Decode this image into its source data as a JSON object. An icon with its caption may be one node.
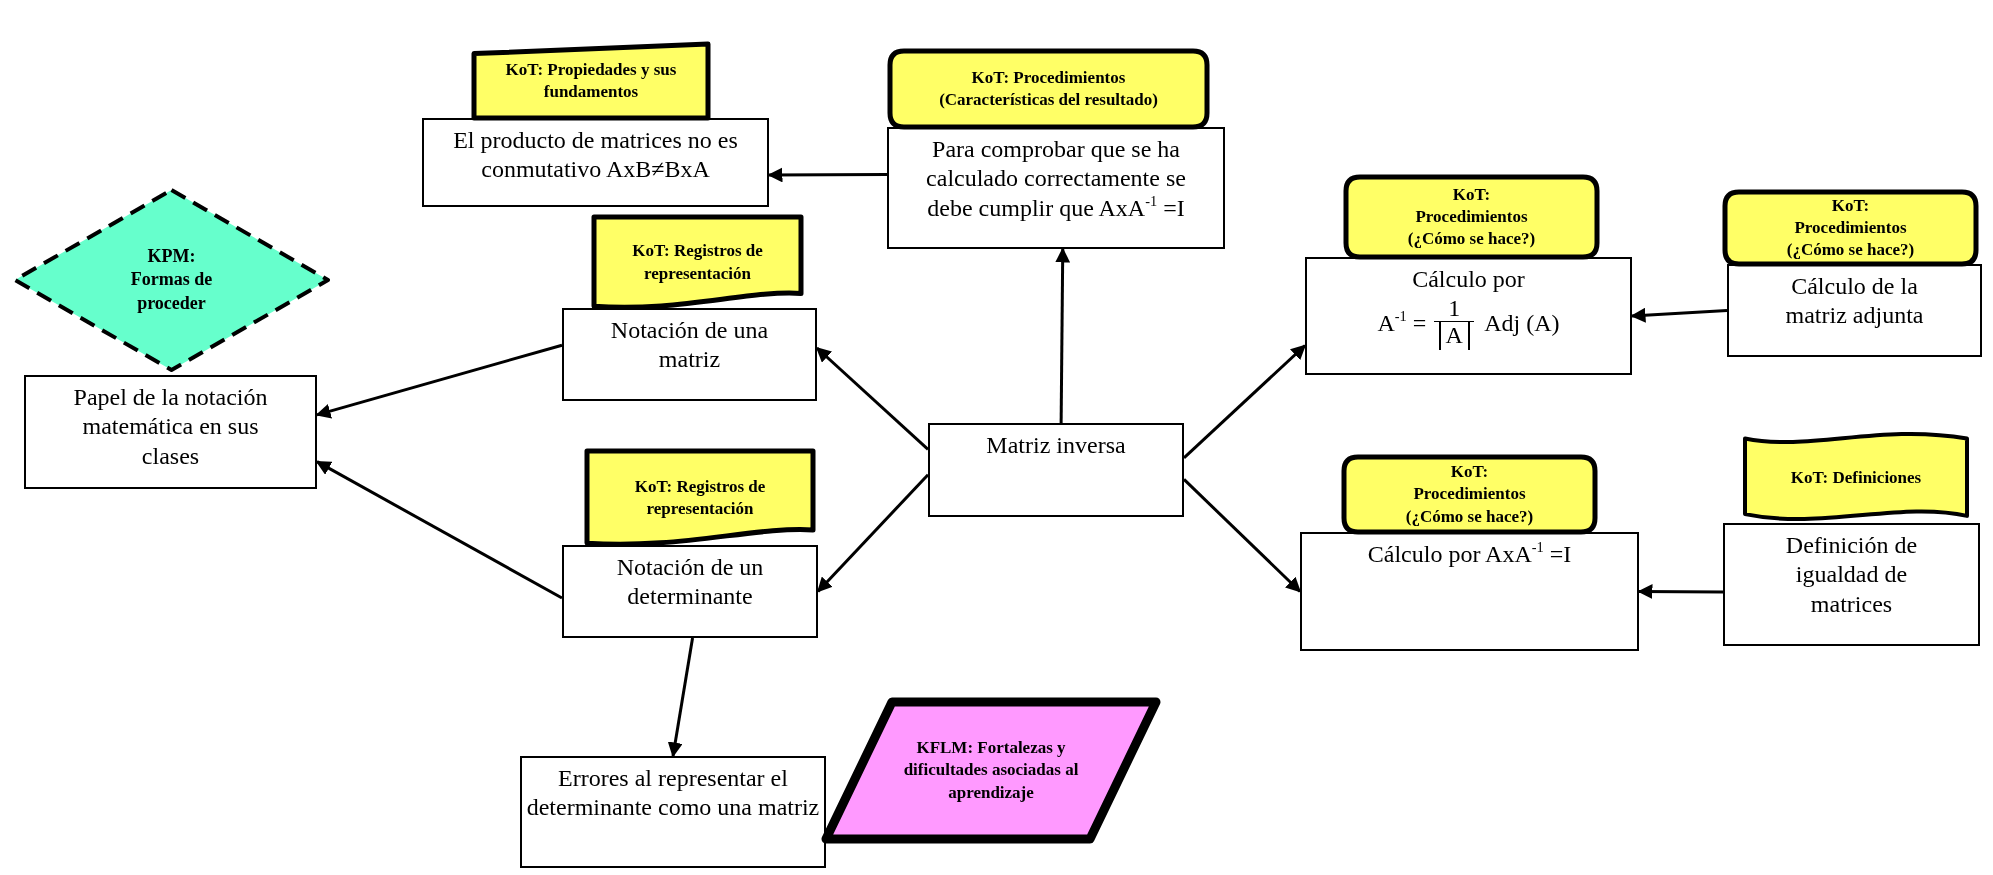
{
  "diagram": {
    "nodes": [
      {
        "text": [
          "KoT: Propiedades y sus fundamentos"
        ]
      },
      {
        "text": [
          "El producto de matrices no es conmutativo AxB≠BxA"
        ]
      },
      {
        "text": [
          "KoT: Procedimientos (Características del resultado)"
        ]
      },
      {
        "text": [
          "Para comprobar que se ha calculado correctamente se debe cumplir que AxA$^{-1}$ =I"
        ]
      },
      {
        "text": [
          "KPM: Formas de proceder"
        ]
      },
      {
        "text": [
          "KoT: Registros de representación"
        ]
      },
      {
        "text": [
          "Notación de una matriz"
        ]
      },
      {
        "text": [
          "Papel de la notación matemática en sus clases"
        ]
      },
      {
        "text": [
          "KoT: Procedimientos (¿Cómo se hace?)"
        ]
      },
      {
        "text": [
          "Cálculo por",
          "A$^{-1}$ =",
          "1",
          "A",
          "Adj (A)"
        ]
      },
      {
        "text": [
          "KoT: Procedimientos (¿Cómo se hace?)"
        ]
      },
      {
        "text": [
          "Cálculo de la matriz adjunta"
        ]
      },
      {
        "text": [
          "Matriz inversa"
        ]
      },
      {
        "text": [
          "KoT: Registros de representación"
        ]
      },
      {
        "text": [
          "Notación de un determinante"
        ]
      },
      {
        "text": [
          "KoT: Procedimientos (¿Cómo se hace?)"
        ]
      },
      {
        "text": [
          "Cálculo por AxA$^{-1}$ =I"
        ]
      },
      {
        "text": [
          "KoT: Definiciones"
        ]
      },
      {
        "text": [
          "Definición de igualdad de matrices"
        ]
      },
      {
        "text": [
          "Errores al representar el determinante como una matriz"
        ]
      },
      {
        "text": [
          "KFLM: Fortalezas y dificultades asociadas al aprendizaje"
        ]
      }
    ],
    "edges": [
      {
        "from": 3,
        "to": 1,
        "arrow": "to"
      },
      {
        "from": 12,
        "to": 3,
        "arrow": "to"
      },
      {
        "from": 12,
        "to": 6,
        "arrow": "to"
      },
      {
        "from": 12,
        "to": 14,
        "arrow": "to"
      },
      {
        "from": 6,
        "to": 7,
        "arrow": "to"
      },
      {
        "from": 14,
        "to": 7,
        "arrow": "to"
      },
      {
        "from": 14,
        "to": 19,
        "arrow": "to"
      },
      {
        "from": 12,
        "to": 9,
        "arrow": "to"
      },
      {
        "from": 12,
        "to": 16,
        "arrow": "to"
      },
      {
        "from": 11,
        "to": 9,
        "arrow": "to"
      },
      {
        "from": 18,
        "to": 16,
        "arrow": "to"
      }
    ]
  }
}
